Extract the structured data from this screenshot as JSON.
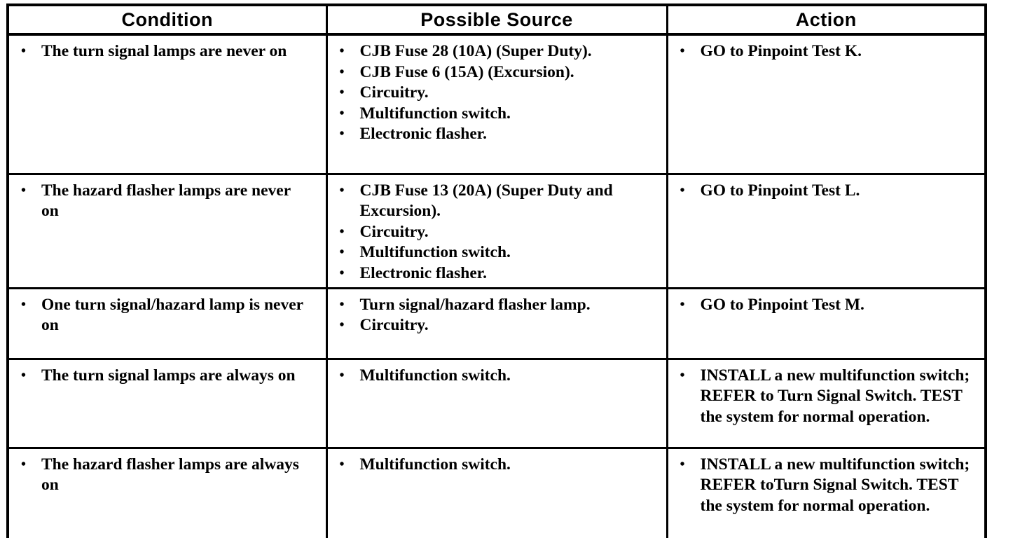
{
  "icons": {
    "bullet": "•"
  },
  "colors": {
    "border": "#000000",
    "text": "#000000",
    "background": "#ffffff"
  },
  "table": {
    "headers": [
      "Condition",
      "Possible Source",
      "Action"
    ],
    "rows": [
      {
        "condition": [
          "The turn signal lamps are never on"
        ],
        "possible_source": [
          "CJB Fuse 28 (10A) (Super Duty).",
          "CJB Fuse 6 (15A) (Excursion).",
          "Circuitry.",
          "Multifunction switch.",
          "Electronic flasher."
        ],
        "action": [
          "GO to Pinpoint Test K."
        ]
      },
      {
        "condition": [
          "The hazard flasher lamps are never on"
        ],
        "possible_source": [
          "CJB Fuse 13 (20A) (Super Duty and Excursion).",
          "Circuitry.",
          "Multifunction switch.",
          "Electronic flasher."
        ],
        "action": [
          "GO to Pinpoint Test L."
        ]
      },
      {
        "condition": [
          "One turn signal/hazard lamp is never on"
        ],
        "possible_source": [
          "Turn signal/hazard flasher lamp.",
          "Circuitry."
        ],
        "action": [
          "GO to Pinpoint Test M."
        ]
      },
      {
        "condition": [
          "The turn signal lamps are always on"
        ],
        "possible_source": [
          "Multifunction switch."
        ],
        "action": [
          "INSTALL a new multifunction switch; REFER to Turn Signal Switch. TEST the system for normal operation."
        ]
      },
      {
        "condition": [
          "The hazard flasher lamps are always on"
        ],
        "possible_source": [
          "Multifunction switch."
        ],
        "action": [
          "INSTALL a new multifunction switch; REFER toTurn Signal Switch. TEST the system for normal operation."
        ]
      }
    ]
  }
}
